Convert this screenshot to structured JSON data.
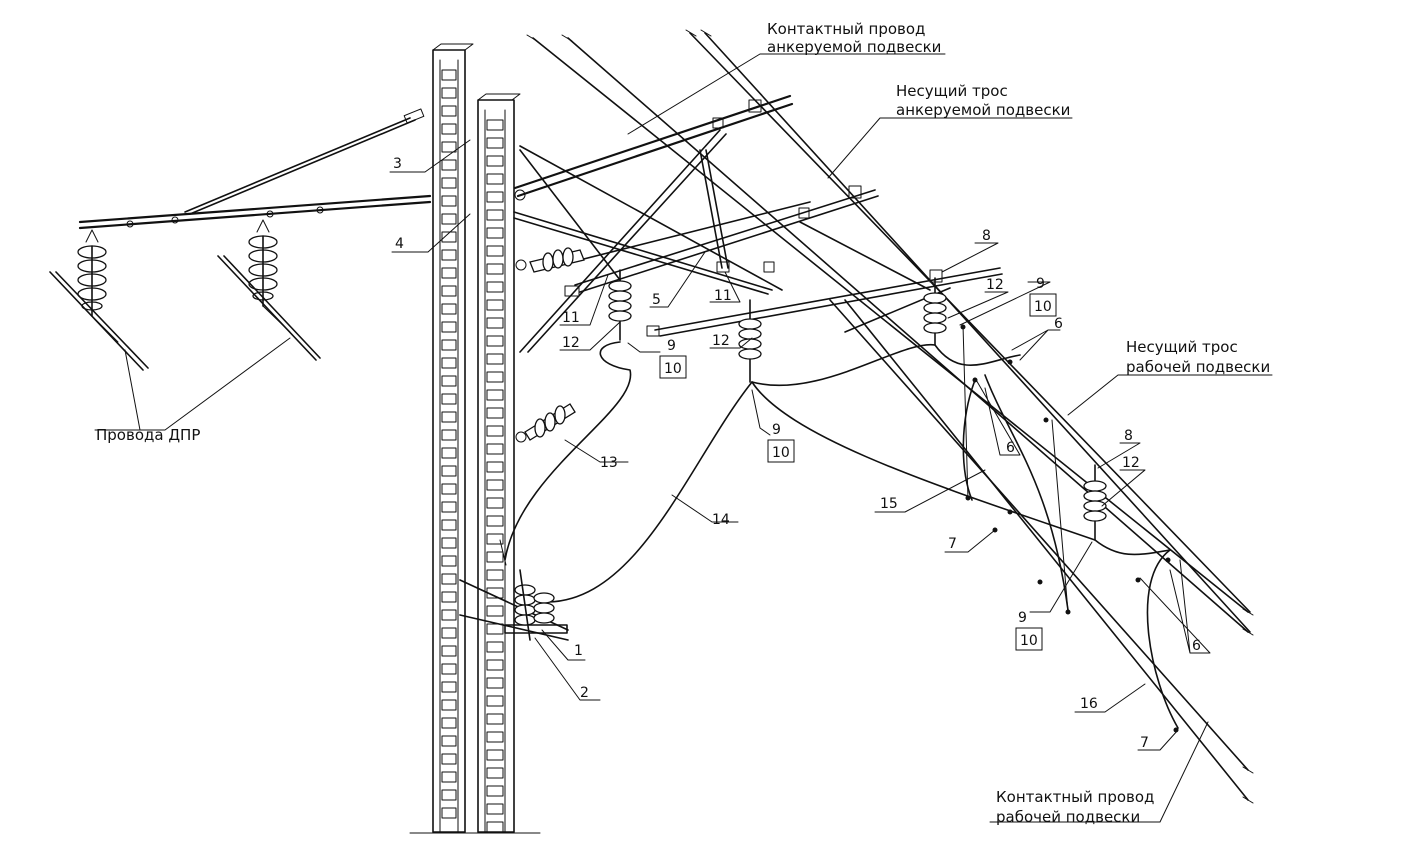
{
  "labels": {
    "contact_wire_anchor_1": "Контактный провод",
    "contact_wire_anchor_2": "анкеруемой подвески",
    "messenger_anchor_1": "Несущий трос",
    "messenger_anchor_2": "анкеруемой подвески",
    "messenger_working_1": "Несущий трос",
    "messenger_working_2": "рабочей подвески",
    "contact_wire_working_1": "Контактный провод",
    "contact_wire_working_2": "рабочей подвески",
    "dpr_wires": "Провода  ДПР"
  },
  "callouts": {
    "c1": "1",
    "c2": "2",
    "c3": "3",
    "c4": "4",
    "c5": "5",
    "c6a": "6",
    "c6b": "6",
    "c6c": "6",
    "c7a": "7",
    "c7b": "7",
    "c8a": "8",
    "c8b": "8",
    "c9a": "9",
    "c10a": "10",
    "c9b": "9",
    "c10b": "10",
    "c9c": "9",
    "c10c": "10",
    "c9d": "9",
    "c10d": "10",
    "c11a": "11",
    "c11b": "11",
    "c12a": "12",
    "c12b": "12",
    "c12c": "12",
    "c12d": "12",
    "c13": "13",
    "c14": "14",
    "c15": "15",
    "c16": "16"
  }
}
